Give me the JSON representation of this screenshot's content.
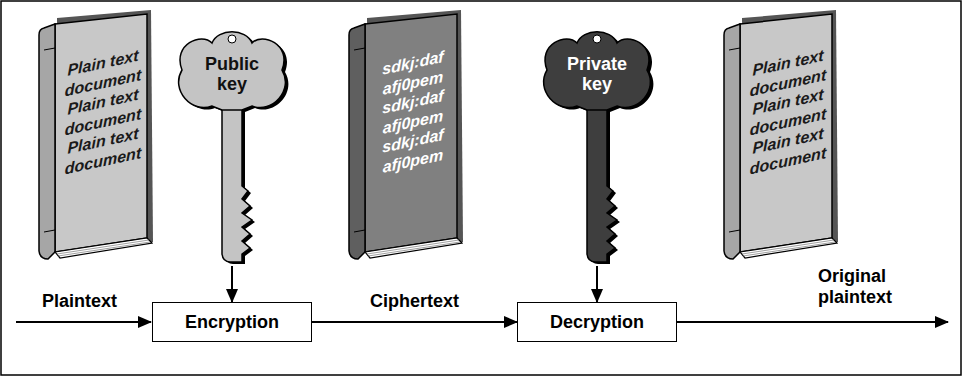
{
  "diagram": {
    "nodes": [
      {
        "text": [
          "Plain text document Plain text document Plain text document"
        ]
      },
      {
        "text": [
          "Public key"
        ]
      },
      {
        "text": [
          "sdkj:daf afj0pem sdkj:daf afj0pem sdkj:daf afj0pem"
        ]
      },
      {
        "text": [
          "Private key"
        ]
      },
      {
        "text": [
          "Plain text document Plain text document Plain text document"
        ]
      },
      {
        "text": [
          "Encryption"
        ]
      },
      {
        "text": [
          "Decryption"
        ]
      }
    ],
    "edges": [
      {
        "from": 1,
        "to": 5,
        "arrow": "to"
      },
      {
        "from": 3,
        "to": 6,
        "arrow": "to"
      },
      {
        "from": 5,
        "to": 6,
        "label": "Ciphertext",
        "arrow": "to"
      }
    ],
    "labels": [
      "Plaintext",
      "Original plaintext"
    ]
  }
}
